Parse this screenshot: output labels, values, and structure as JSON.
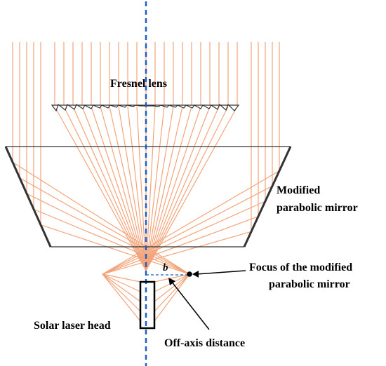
{
  "labels": {
    "fresnel_lens": "Fresnel lens",
    "modified_mirror_line1": "Modified",
    "modified_mirror_line2": "parabolic mirror",
    "focus_line1": "Focus of the modified",
    "focus_line2": "parabolic mirror",
    "offset_symbol": "b",
    "laser_head": "Solar laser head",
    "off_axis": "Off-axis distance"
  },
  "colors": {
    "rays": "#f4a47a",
    "axis": "#1f5fbf",
    "outline": "#333333",
    "text": "#000000"
  }
}
